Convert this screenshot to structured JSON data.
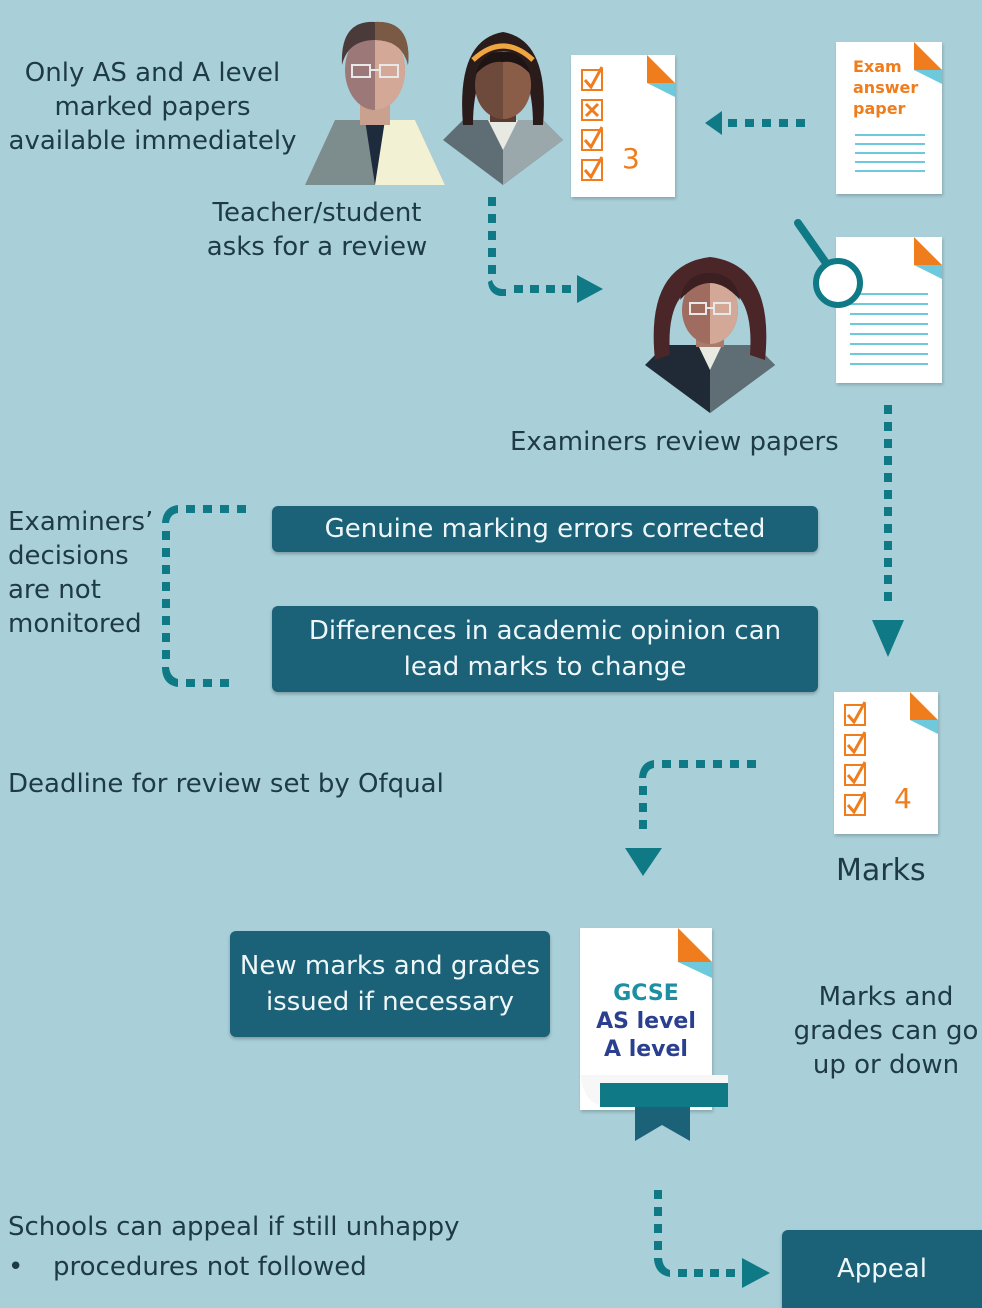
{
  "texts": {
    "only_as_a": "Only AS and A level marked papers available immediately",
    "teacher_asks": "Teacher/student asks for a review",
    "examiners_review": "Examiners review papers",
    "examiners_decisions": "Examiners’ decisions are not monitored",
    "deadline": "Deadline for review set by Ofqual",
    "marks_label": "Marks",
    "marks_grades_change": "Marks and grades can go up or down",
    "schools_appeal": "Schools can appeal if still unhappy",
    "procedures_bullet": "procedures not followed"
  },
  "boxes": {
    "genuine_errors": "Genuine marking errors corrected",
    "differences": "Differences in academic opinion can lead marks to change",
    "new_marks": "New marks and grades issued if necessary",
    "appeal": "Appeal"
  },
  "exam_paper": {
    "line1": "Exam",
    "line2": "answer",
    "line3": "paper"
  },
  "marked_paper_1": {
    "score": "3"
  },
  "marked_paper_2": {
    "score": "4"
  },
  "certificate": {
    "line1": "GCSE",
    "line2": "AS level",
    "line3": "A level"
  },
  "colors": {
    "background": "#a9cfd8",
    "box": "#1b6178",
    "arrow": "#0f7a86",
    "orange": "#ef7d1d",
    "cyan": "#6fc9dc"
  }
}
